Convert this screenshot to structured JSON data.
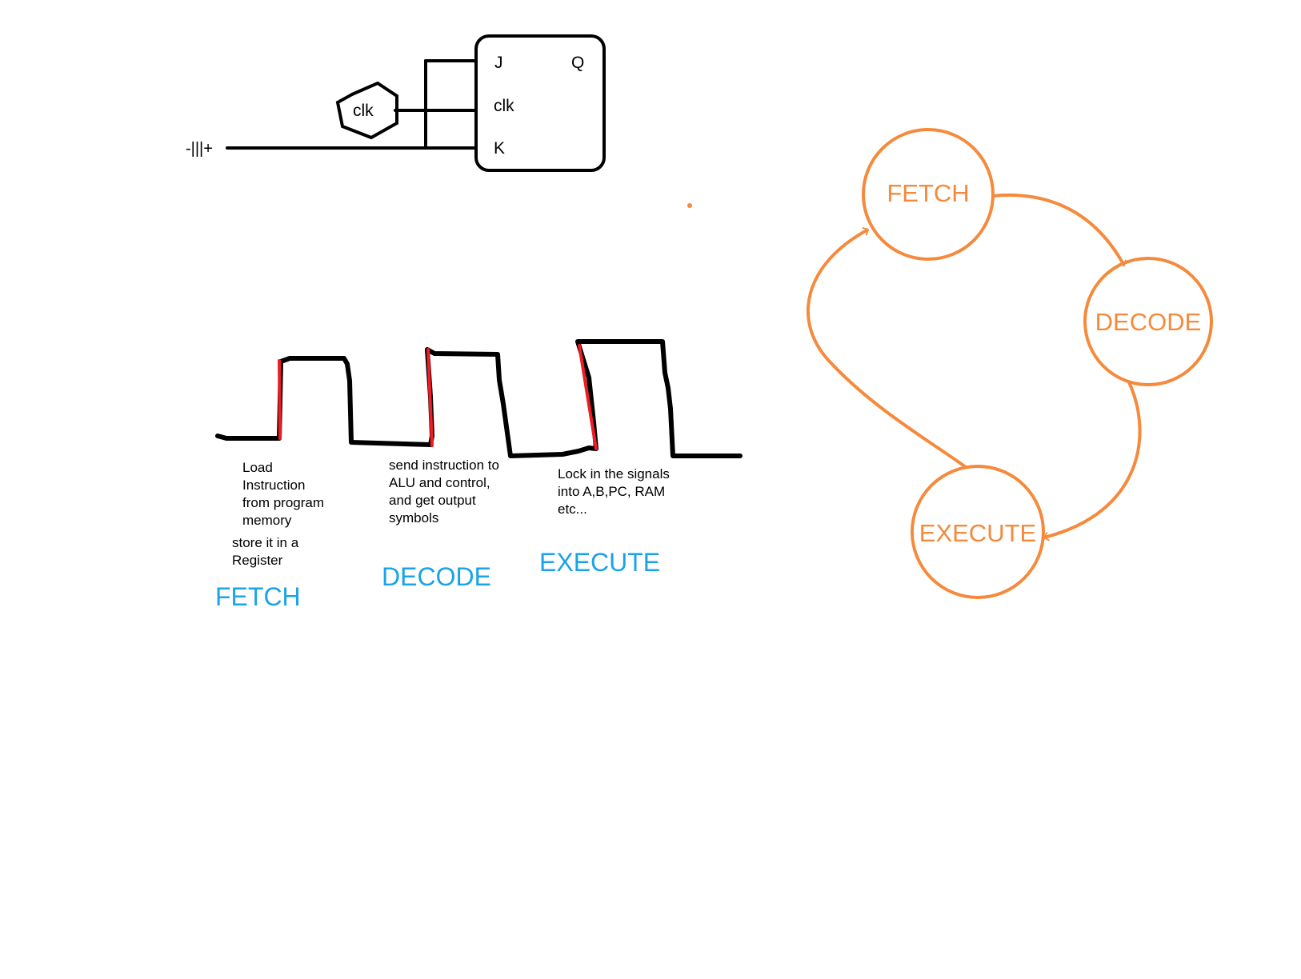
{
  "colors": {
    "wire": "#000000",
    "edge_highlight": "#ee1c24",
    "phase_label": "#1aa3e8",
    "state_machine": "#f58a3c"
  },
  "flipflop": {
    "pins": {
      "j": "J",
      "q": "Q",
      "clk": "clk",
      "k": "K"
    },
    "clock_source_label": "clk",
    "battery_label": "-|||+"
  },
  "waveform": {
    "notes": {
      "fetch": "Load\nInstruction\nfrom program\nmemory",
      "fetch_extra": "store it in a\nRegister",
      "decode": "send instruction to\nALU and control,\nand get output\nsymbols",
      "execute": "Lock in the signals\ninto A,B,PC, RAM\netc..."
    },
    "phase_labels": {
      "fetch": "FETCH",
      "decode": "DECODE",
      "execute": "EXECUTE"
    }
  },
  "state_machine": {
    "states": {
      "fetch": "FETCH",
      "decode": "DECODE",
      "execute": "EXECUTE"
    }
  }
}
